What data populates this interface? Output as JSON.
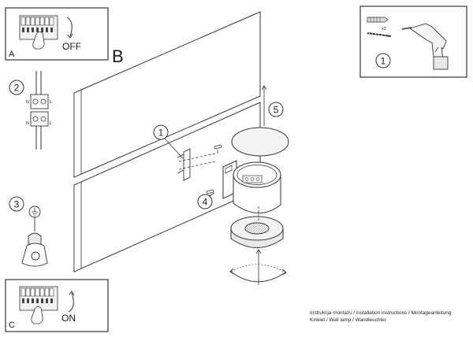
{
  "panels": {
    "A": {
      "letter": "A",
      "state": "OFF"
    },
    "B": {
      "letter": "B"
    },
    "C": {
      "letter": "C",
      "state": "ON"
    }
  },
  "callouts": {
    "drill_panel": "1",
    "wiring": "2",
    "ground": "3",
    "bracket": "1",
    "screw": "4",
    "cover": "5"
  },
  "labels": {
    "wiring_top": [
      "N",
      "L"
    ],
    "wiring_bottom": [
      "N",
      "L"
    ],
    "anchor_count": "x2"
  },
  "caption": {
    "line1": "Instrukcja montażu / installation instructions / Montageanleitung",
    "line2": "Kinkiet / Wall lamp / Wandleuchter"
  }
}
